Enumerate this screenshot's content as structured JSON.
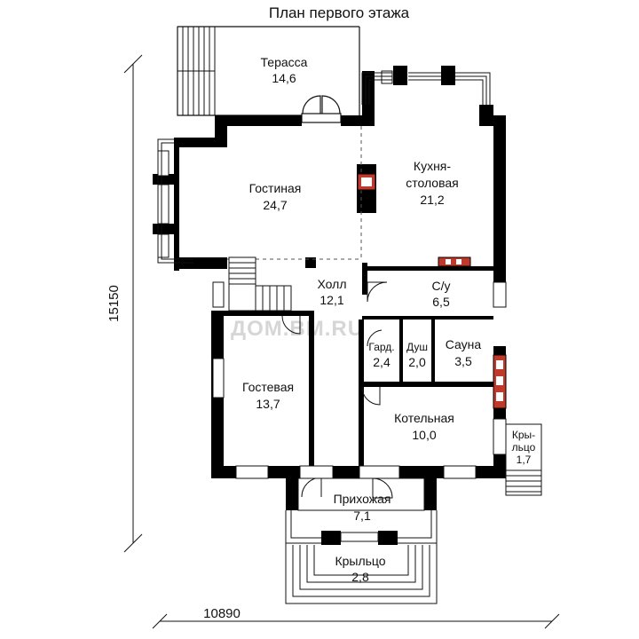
{
  "title": "План первого этажа",
  "rooms": {
    "terrace": {
      "name": "Терасса",
      "area": "14,6"
    },
    "living": {
      "name": "Гостиная",
      "area": "24,7"
    },
    "kitchen": {
      "name1": "Кухня-",
      "name2": "столовая",
      "area": "21,2"
    },
    "hall": {
      "name": "Холл",
      "area": "12,1"
    },
    "bathroom": {
      "name": "С/у",
      "area": "6,5"
    },
    "wardrobe": {
      "name": "Гард.",
      "area": "2,4"
    },
    "shower": {
      "name": "Душ",
      "area": "2,0"
    },
    "sauna": {
      "name": "Сауна",
      "area": "3,5"
    },
    "guest": {
      "name": "Гостевая",
      "area": "13,7"
    },
    "boiler": {
      "name": "Котельная",
      "area": "10,0"
    },
    "side_porch": {
      "name1": "Кры-",
      "name2": "льцо",
      "area": "1,7"
    },
    "entrance_hall": {
      "name": "Прихожая",
      "area": "7,1"
    },
    "front_porch": {
      "name": "Крыльцо",
      "area": "2,8"
    }
  },
  "dimensions": {
    "height": "15150",
    "width": "10890"
  },
  "watermark": "ДОМ.BM.RU",
  "colors": {
    "wall": "#000000",
    "hatch": "#c0392b",
    "thin_line": "#111111"
  }
}
